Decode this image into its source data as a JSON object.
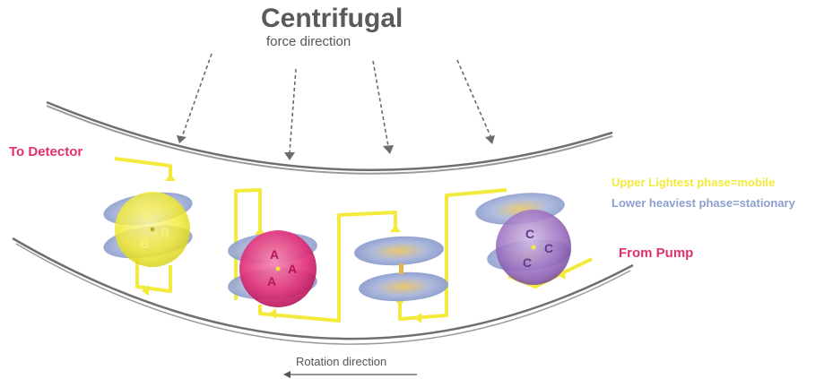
{
  "title": "Centrifugal",
  "subtitle": "force direction",
  "to_detector": "To Detector",
  "from_pump": "From Pump",
  "legend": {
    "upper": "Upper Lightest phase=mobile",
    "lower": "Lower heaviest phase=stationary"
  },
  "rotation": "Rotation direction",
  "cells": [
    {
      "letter": "B",
      "sphere_color": "#f3ee3a",
      "letter_color": "#f5f07a"
    },
    {
      "letter": "A",
      "sphere_color": "#e0307a",
      "letter_color": "#b81554"
    },
    {
      "letter": "",
      "sphere_color": "",
      "letter_color": ""
    },
    {
      "letter": "C",
      "sphere_color": "#9c6fc0",
      "letter_color": "#5e3a8a"
    }
  ],
  "colors": {
    "flow_line": "#f4ea3c",
    "stationary_phase": "#8d9fce",
    "mobile_phase": "#e3b84a",
    "arrow": "#6b6b6b",
    "column_wall": "#7a7a7a",
    "highlight_text": "#e0306e"
  },
  "icons": [
    "force-arrow-icon",
    "flow-arrow-icon",
    "rotation-arrow-icon"
  ]
}
